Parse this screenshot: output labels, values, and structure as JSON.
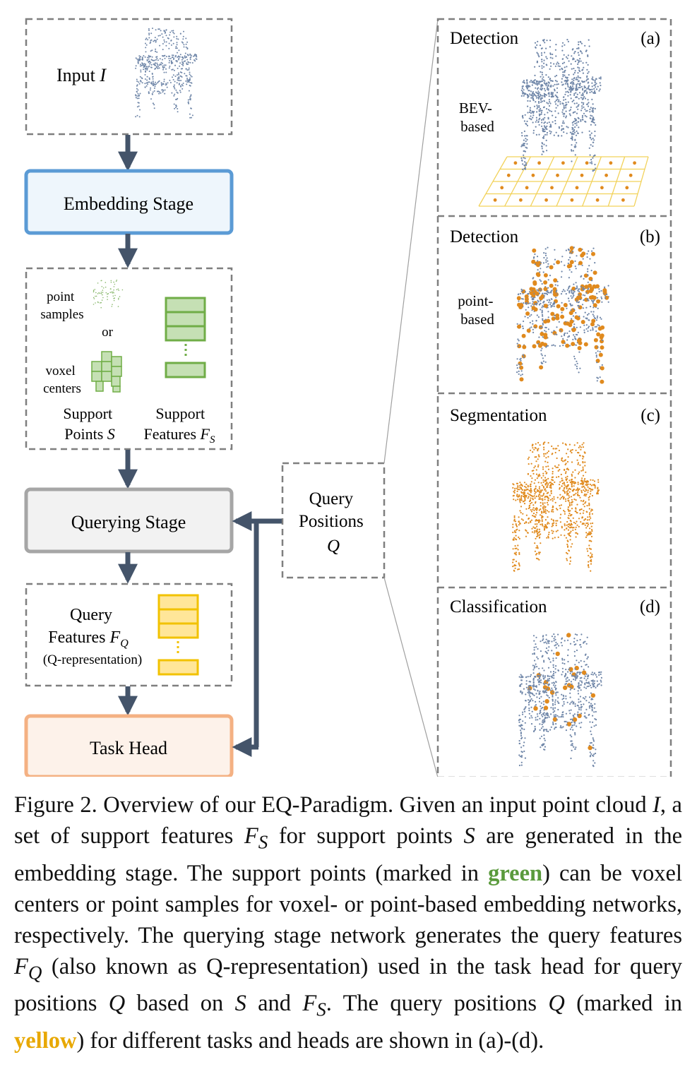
{
  "left_flow": {
    "input": {
      "label": "Input ",
      "symbol": "I"
    },
    "embedding_stage": "Embedding Stage",
    "support": {
      "point_samples_line1": "point",
      "point_samples_line2": "samples",
      "or": "or",
      "voxel_centers_line1": "voxel",
      "voxel_centers_line2": "centers",
      "support_points_line1": "Support",
      "support_points_line2": "Points ",
      "support_points_symbol": "S",
      "support_features_line1": "Support",
      "support_features_line2": "Features ",
      "support_features_symbol": "F",
      "support_features_sub": "S"
    },
    "querying_stage": "Querying Stage",
    "query_features": {
      "line1": "Query",
      "line2": "Features ",
      "symbol": "F",
      "sub": "Q",
      "line3": "(Q-representation)"
    },
    "task_head": "Task Head"
  },
  "query_positions": {
    "line1": "Query",
    "line2": "Positions",
    "symbol": "Q"
  },
  "panels": [
    {
      "title": "Detection",
      "tag": "(a)",
      "note_line1": "BEV-",
      "note_line2": "based"
    },
    {
      "title": "Detection",
      "tag": "(b)",
      "note_line1": "point-",
      "note_line2": "based"
    },
    {
      "title": "Segmentation",
      "tag": "(c)",
      "note_line1": "",
      "note_line2": ""
    },
    {
      "title": "Classification",
      "tag": "(d)",
      "note_line1": "",
      "note_line2": ""
    }
  ],
  "colors": {
    "arrow": "#44546a",
    "embedding_border": "#5b9bd5",
    "embedding_fill": "#eef6fc",
    "querying_border": "#a6a6a6",
    "querying_fill": "#f2f2f2",
    "task_border": "#f4b183",
    "task_fill": "#fdf2ea",
    "support_green_border": "#70ad47",
    "support_green_fill": "#c5e0b4",
    "query_yellow_border": "#f2c200",
    "query_yellow_fill": "#ffe699",
    "point_blue": "#6f86a8",
    "point_orange": "#e08a1e"
  },
  "caption": {
    "p1": "Figure 2.  Overview of our EQ-Paradigm.  Given an input point cloud ",
    "p2": ", a set of support features ",
    "p3": " for support points ",
    "p4": " are generated in the embedding stage. The support points (marked in ",
    "green_word": "green",
    "p5": ") can be voxel centers or point samples for voxel- or point-based embedding networks, respectively.  The querying stage network generates the query features ",
    "p6": " (also known as Q-representation) used in the task head for query positions ",
    "p7": " based on ",
    "p8": " and ",
    "p9": ". The query positions ",
    "p10": " (marked in ",
    "yellow_word": "yellow",
    "p11": ") for different tasks and heads are shown in (a)-(d).",
    "sym_I": "I",
    "sym_F": "F",
    "sub_S": "S",
    "sub_Q": "Q",
    "sym_S": "S",
    "sym_Q": "Q"
  }
}
